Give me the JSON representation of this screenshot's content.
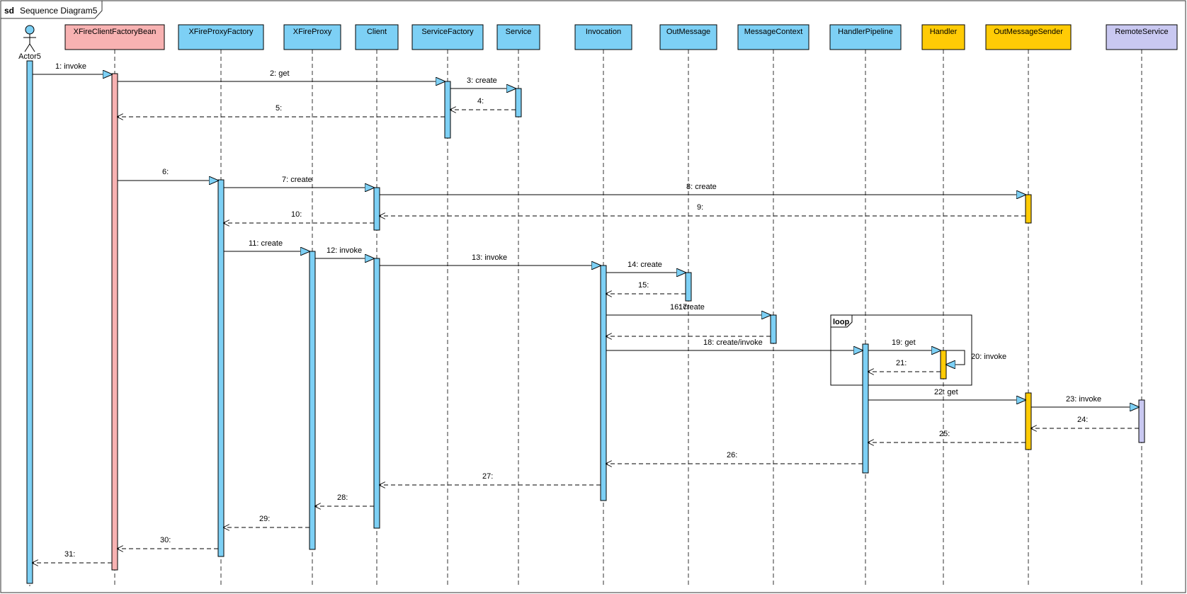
{
  "frame": {
    "keyword": "sd",
    "name": "Sequence Diagram5"
  },
  "colors": {
    "blue": "#7dd0f5",
    "pink": "#f8b2b2",
    "gold": "#ffcb05",
    "lavender": "#c9c8f1",
    "border": "#000000"
  },
  "actor": {
    "name": "Actor5"
  },
  "lifelines": [
    {
      "id": "actor5",
      "name": "Actor5",
      "kind": "actor"
    },
    {
      "id": "bean",
      "name": "XFireClientFactoryBean",
      "color": "pink"
    },
    {
      "id": "pfactory",
      "name": "XFireProxyFactory",
      "color": "blue"
    },
    {
      "id": "proxy",
      "name": "XFireProxy",
      "color": "blue"
    },
    {
      "id": "client",
      "name": "Client",
      "color": "blue"
    },
    {
      "id": "sfactory",
      "name": "ServiceFactory",
      "color": "blue"
    },
    {
      "id": "service",
      "name": "Service",
      "color": "blue"
    },
    {
      "id": "invocation",
      "name": "Invocation",
      "color": "blue"
    },
    {
      "id": "outmsg",
      "name": "OutMessage",
      "color": "blue"
    },
    {
      "id": "msgctx",
      "name": "MessageContext",
      "color": "blue"
    },
    {
      "id": "pipeline",
      "name": "HandlerPipeline",
      "color": "blue"
    },
    {
      "id": "handler",
      "name": "Handler",
      "color": "gold"
    },
    {
      "id": "sender",
      "name": "OutMessageSender",
      "color": "gold"
    },
    {
      "id": "remote",
      "name": "RemoteService",
      "color": "lavender"
    }
  ],
  "fragment": {
    "operator": "loop"
  },
  "messages": [
    {
      "label": "1: invoke",
      "from": "actor5",
      "to": "bean",
      "type": "sync"
    },
    {
      "label": "2: get",
      "from": "bean",
      "to": "sfactory",
      "type": "sync"
    },
    {
      "label": "3: create",
      "from": "sfactory",
      "to": "service",
      "type": "sync"
    },
    {
      "label": "4:",
      "from": "service",
      "to": "sfactory",
      "type": "return"
    },
    {
      "label": "5:",
      "from": "sfactory",
      "to": "bean",
      "type": "return"
    },
    {
      "label": "6:",
      "from": "bean",
      "to": "pfactory",
      "type": "sync"
    },
    {
      "label": "7: create",
      "from": "pfactory",
      "to": "client",
      "type": "sync"
    },
    {
      "label": "8: create",
      "from": "client",
      "to": "sender",
      "type": "sync"
    },
    {
      "label": "9:",
      "from": "sender",
      "to": "client",
      "type": "return"
    },
    {
      "label": "10:",
      "from": "client",
      "to": "pfactory",
      "type": "return"
    },
    {
      "label": "11: create",
      "from": "pfactory",
      "to": "proxy",
      "type": "sync"
    },
    {
      "label": "12: invoke",
      "from": "proxy",
      "to": "client",
      "type": "sync"
    },
    {
      "label": "13: invoke",
      "from": "client",
      "to": "invocation",
      "type": "sync"
    },
    {
      "label": "14: create",
      "from": "invocation",
      "to": "outmsg",
      "type": "sync"
    },
    {
      "label": "15:",
      "from": "outmsg",
      "to": "invocation",
      "type": "return"
    },
    {
      "label": "16: create",
      "from": "invocation",
      "to": "msgctx",
      "type": "sync"
    },
    {
      "label": "17:",
      "from": "msgctx",
      "to": "invocation",
      "type": "return"
    },
    {
      "label": "18: create/invoke",
      "from": "invocation",
      "to": "pipeline",
      "type": "sync"
    },
    {
      "label": "19: get",
      "from": "pipeline",
      "to": "handler",
      "type": "sync"
    },
    {
      "label": "20: invoke",
      "from": "handler",
      "to": "handler",
      "type": "self"
    },
    {
      "label": "21:",
      "from": "handler",
      "to": "pipeline",
      "type": "return"
    },
    {
      "label": "22: get",
      "from": "pipeline",
      "to": "sender",
      "type": "sync"
    },
    {
      "label": "23: invoke",
      "from": "sender",
      "to": "remote",
      "type": "sync"
    },
    {
      "label": "24:",
      "from": "remote",
      "to": "sender",
      "type": "return"
    },
    {
      "label": "25:",
      "from": "sender",
      "to": "pipeline",
      "type": "return"
    },
    {
      "label": "26:",
      "from": "pipeline",
      "to": "invocation",
      "type": "return"
    },
    {
      "label": "27:",
      "from": "invocation",
      "to": "client",
      "type": "return"
    },
    {
      "label": "28:",
      "from": "client",
      "to": "proxy",
      "type": "return"
    },
    {
      "label": "29:",
      "from": "proxy",
      "to": "pfactory",
      "type": "return"
    },
    {
      "label": "30:",
      "from": "pfactory",
      "to": "bean",
      "type": "return"
    },
    {
      "label": "31:",
      "from": "bean",
      "to": "actor5",
      "type": "return"
    }
  ]
}
